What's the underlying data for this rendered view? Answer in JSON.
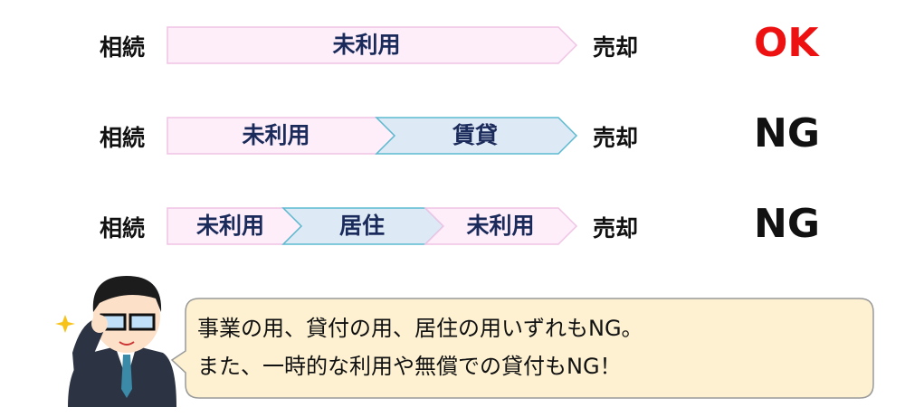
{
  "rows": [
    {
      "start": "相続",
      "segments": [
        "未利用"
      ],
      "end": "売却",
      "result": "OK"
    },
    {
      "start": "相続",
      "segments": [
        "未利用",
        "賃貸"
      ],
      "end": "売却",
      "result": "NG"
    },
    {
      "start": "相続",
      "segments": [
        "未利用",
        "居住",
        "未利用"
      ],
      "end": "売却",
      "result": "NG"
    }
  ],
  "colors": {
    "ok": "#ee1111",
    "ng": "#111111",
    "unused_fill": "#fdeefa",
    "unused_stroke": "#f0c4e4",
    "rent_fill": "#dde9f5",
    "rent_stroke": "#5bbad0"
  },
  "bubble": {
    "line1": "事業の用、貸付の用、居住の用いずれもNG。",
    "line2": "また、一時的な利用や無償での貸付もNG！"
  }
}
